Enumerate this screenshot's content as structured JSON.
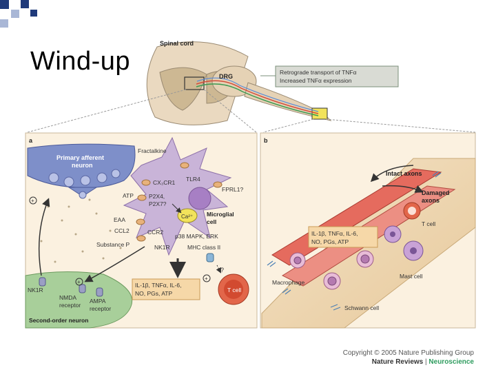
{
  "slide": {
    "title": "Wind-up",
    "decor_colors": [
      "#1f3a7a",
      "#a9b7d6"
    ]
  },
  "top": {
    "spinal_cord": "Spinal cord",
    "drg": "DRG",
    "retro_line1": "Retrograde transport of TNFα",
    "retro_line2": "Increased TNFα expression"
  },
  "panel_a": {
    "letter": "a",
    "primary_afferent_1": "Primary afferent",
    "primary_afferent_2": "neuron",
    "fractalkine": "Fractalkine",
    "tlr4": "TLR4",
    "cx3cr1": "CX₃CR1",
    "fprl1": "FPRL1?",
    "atp": "ATP",
    "p2x4": "P2X4,",
    "p2x7": "P2X7?",
    "ca": "Ca²⁺",
    "microglial_1": "Microglial",
    "microglial_2": "cell",
    "eaa": "EAA",
    "ccl2": "CCL2",
    "ccr2": "CCR2",
    "p38": "p38 MAPK, ERK",
    "substance_p": "Substance P",
    "nk1r_microglia": "NK1R",
    "mhc": "MHC class II",
    "question": "?",
    "nk1r_neuron": "NK1R",
    "nmda_1": "NMDA",
    "nmda_2": "receptor",
    "ampa_1": "AMPA",
    "ampa_2": "receptor",
    "cytokines_1": "IL-1β, TNFα, IL-6,",
    "cytokines_2": "NO, PGs, ATP",
    "t_cell": "T cell",
    "second_order": "Second-order neuron",
    "plus": "+"
  },
  "panel_b": {
    "letter": "b",
    "intact_axons": "Intact axons",
    "damaged_1": "Damaged",
    "damaged_2": "axons",
    "t_cell": "T cell",
    "cytokines_1": "IL-1β, TNFα, IL-6,",
    "cytokines_2": "NO, PGs, ATP",
    "macrophage": "Macrophage",
    "mast_cell": "Mast cell",
    "schwann": "Schwann cell"
  },
  "credit": {
    "copyright": "Copyright © 2005 Nature Publishing Group",
    "journal": "Nature Reviews",
    "separator": "|",
    "section": "Neuroscience"
  }
}
